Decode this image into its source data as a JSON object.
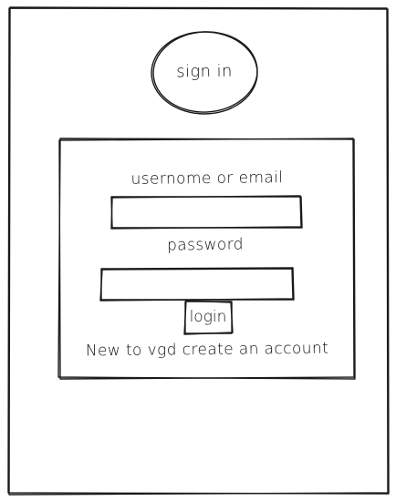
{
  "header": {
    "title": "sign in"
  },
  "form": {
    "username_label": "usernome or email",
    "username_value": "",
    "username_placeholder": "",
    "password_label": "password",
    "password_value": "",
    "password_placeholder": "",
    "login_label": "login",
    "create_account_text": "New to vgd create an account"
  },
  "icons": {
    "title_badge": "circle-outline-icon"
  },
  "colors": {
    "ink": "#1a1a1a",
    "paper": "#ffffff"
  }
}
